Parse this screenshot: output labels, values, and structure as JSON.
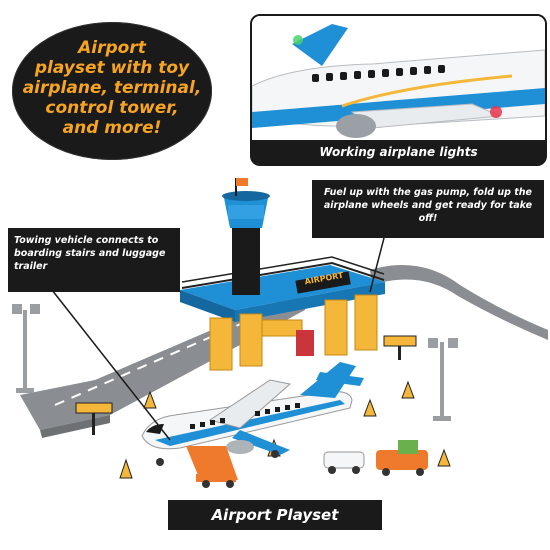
{
  "headline": {
    "lines": [
      "Airport",
      "playset with toy",
      "airplane, terminal,",
      "control tower,",
      "and more!"
    ]
  },
  "inset": {
    "caption": "Working airplane lights"
  },
  "callouts": {
    "fuel": "Fuel up with the gas pump, fold up the airplane wheels and get ready for take off!",
    "towing": "Towing vehicle connects to boarding stairs and luggage trailer"
  },
  "signs": {
    "terminal_sign": "AIRPORT"
  },
  "product_title": "Airport Playset",
  "colors": {
    "headline_text": "#f7a521",
    "callout_bg": "#1a1a1a",
    "terminal_blue": "#1f8fd6",
    "pillar_yellow": "#f4b73a",
    "road_gray": "#8a8d91",
    "plane_white": "#f4f6f8",
    "vehicle_orange": "#f07a2c"
  }
}
